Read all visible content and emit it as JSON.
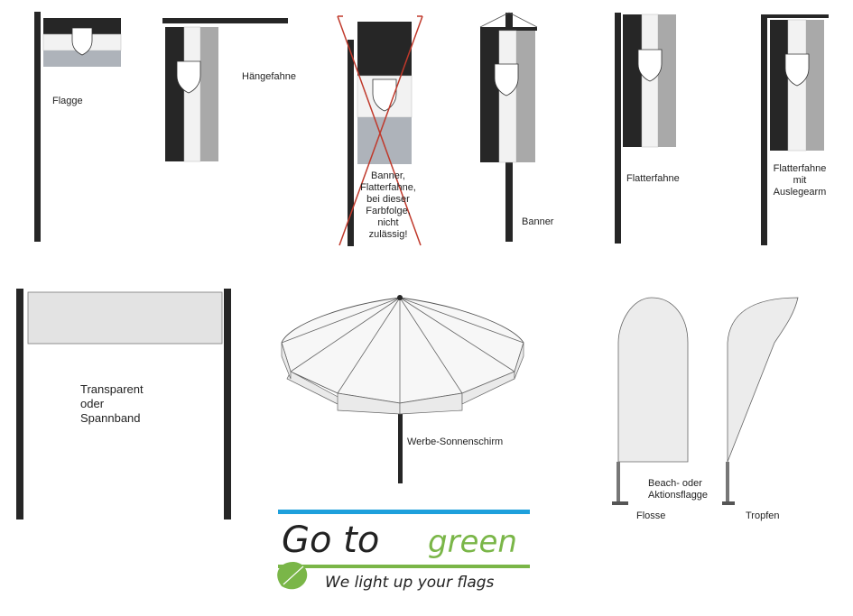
{
  "labels": {
    "flagge": "Flagge",
    "haengefahne": "Hängefahne",
    "banner_invalid_1": "Banner,",
    "banner_invalid_2": "Flatterfahne,",
    "banner_invalid_3": "bei dieser",
    "banner_invalid_4": "Farbfolge,",
    "banner_invalid_5": "nicht",
    "banner_invalid_6": "zulässig!",
    "banner": "Banner",
    "flatterfahne": "Flatterfahne",
    "flatter_arm_1": "Flatterfahne",
    "flatter_arm_2": "mit",
    "flatter_arm_3": "Auslegearm",
    "transparent_1": "Transparent",
    "transparent_2": "oder",
    "transparent_3": "Spannband",
    "sonnenschirm": "Werbe-Sonnenschirm",
    "beach_1": "Beach- oder",
    "beach_2": "Aktionsflagge",
    "flosse": "Flosse",
    "tropfen": "Tropfen"
  },
  "logo": {
    "go_to": "Go to",
    "green": "green",
    "tagline": "We light up your flags"
  },
  "colors": {
    "black": "#262626",
    "white": "#f2f2f2",
    "gray": "#a9a9a9",
    "bluegray": "#aeb3ba",
    "cross": "#c0392b",
    "green": "#7ab648",
    "blue": "#1ea0dc"
  }
}
